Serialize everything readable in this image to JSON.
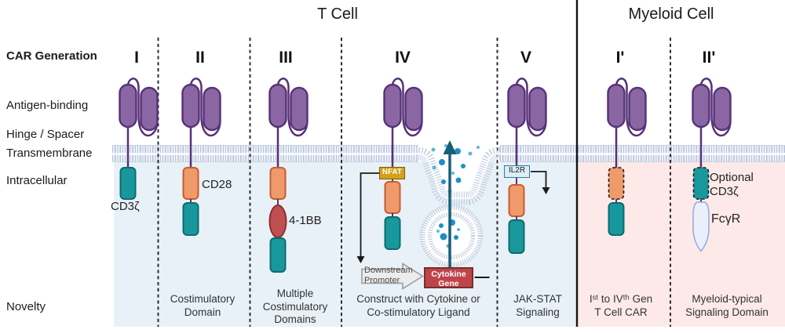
{
  "titles": {
    "t_cell": "T Cell",
    "myeloid_cell": "Myeloid Cell"
  },
  "row_labels": {
    "car_generation": "CAR Generation",
    "antigen_binding": "Antigen-binding",
    "hinge_spacer": "Hinge / Spacer",
    "transmembrane": "Transmembrane",
    "intracellular": "Intracellular",
    "novelty": "Novelty"
  },
  "columns": [
    {
      "numeral": "I",
      "intracellular_label": "CD3ζ",
      "novelty_lines": []
    },
    {
      "numeral": "II",
      "intracellular_label": "CD28",
      "novelty_lines": [
        "Costimulatory",
        "Domain"
      ]
    },
    {
      "numeral": "III",
      "intracellular_label": "4-1BB",
      "novelty_lines": [
        "Multiple",
        "Costimulatory",
        "Domains"
      ]
    },
    {
      "numeral": "IV",
      "tag_label": "NFAT",
      "promoter_lines": [
        "Downstream",
        "Promoter"
      ],
      "gene_lines": [
        "Cytokine",
        "Gene"
      ],
      "novelty_lines": [
        "Construct with Cytokine or",
        "Co-stimulatory Ligand"
      ]
    },
    {
      "numeral": "V",
      "tag_label": "IL2R",
      "novelty_lines": [
        "JAK-STAT",
        "Signaling"
      ]
    },
    {
      "numeral": "I'",
      "novelty_lines": [
        "Iˢᵗ to IVᵗʰ Gen",
        "T Cell CAR"
      ]
    },
    {
      "numeral": "II'",
      "optional_lines": [
        "Optional",
        "CD3ζ"
      ],
      "receptor_label": "FcγR",
      "novelty_lines": [
        "Myeloid-typical",
        "Signaling Domain"
      ]
    }
  ],
  "colors": {
    "antigen_binding_purple": "#8a66a2",
    "signaling_teal": "#18989d",
    "costim_orange": "#f09a6b",
    "costim_red_41bb": "#c14f50",
    "nfat_gold": "#d3a11b",
    "il2r_blue": "#dcedf4",
    "fcgr_blue": "#e9effb",
    "cytokine_gene_red": "#bf4449",
    "t_cell_bg": "#e8f1f8",
    "myeloid_bg": "#fdeae8",
    "membrane_blue": "#c4cfdf",
    "cytokine_dot_blue": "#1d8fc6"
  }
}
